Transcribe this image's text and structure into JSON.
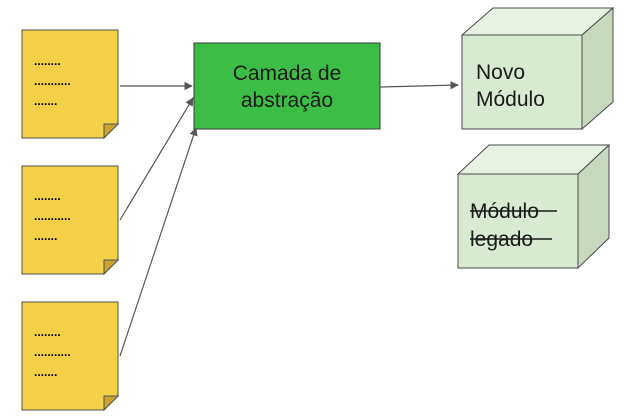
{
  "notes": [
    {
      "lines": [
        "........",
        "...........",
        "......."
      ]
    },
    {
      "lines": [
        "........",
        "...........",
        "......."
      ]
    },
    {
      "lines": [
        "........",
        "...........",
        "......."
      ]
    }
  ],
  "abstraction_layer": {
    "line1": "Camada de",
    "line2": "abstração"
  },
  "new_module": {
    "line1": "Novo",
    "line2": "Módulo"
  },
  "legacy_module": {
    "line1": "Módulo",
    "line2": "legado",
    "struck_through": true
  },
  "colors": {
    "note_fill": "#f4cf48",
    "note_stroke": "#505050",
    "abstraction_fill": "#3cbe46",
    "abstraction_stroke": "#3a3a3a",
    "module_front": "#d9ead3",
    "module_top": "#e8f2e3",
    "module_side": "#c6d9be",
    "arrow": "#555555"
  }
}
